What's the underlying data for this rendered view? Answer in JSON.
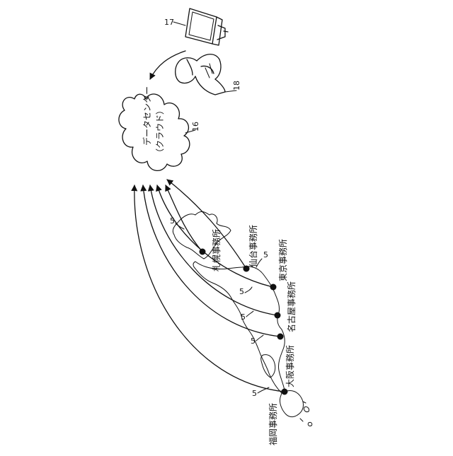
{
  "refs": {
    "monitor": "17",
    "operator": "18",
    "cloud": "16"
  },
  "cloud": {
    "line1": "データセンター",
    "line2": "（クラウド）"
  },
  "link_ref": "5",
  "offices": [
    {
      "id": "sapporo",
      "label": "札幌事務所"
    },
    {
      "id": "sendai",
      "label": "仙台事務所"
    },
    {
      "id": "tokyo",
      "label": "東京事務所"
    },
    {
      "id": "nagoya",
      "label": "名古屋事務所"
    },
    {
      "id": "osaka",
      "label": "大阪事務所"
    },
    {
      "id": "fukuoka",
      "label": "福岡事務所"
    }
  ]
}
